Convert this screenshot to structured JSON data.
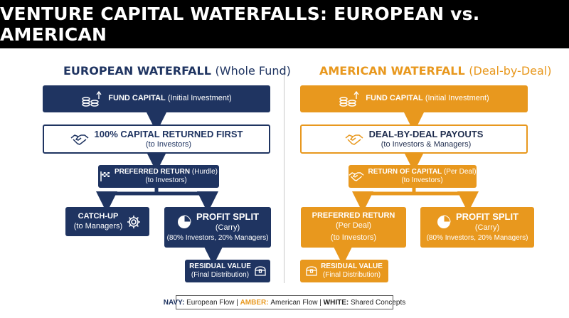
{
  "title": "VENTURE CAPITAL WATERFALLS: EUROPEAN vs. AMERICAN",
  "european": {
    "heading": "EUROPEAN WATERFALL",
    "heading_sub": "(Whole Fund)",
    "fund_capital": {
      "label": "FUND CAPITAL",
      "sub": "(Initial Investment)"
    },
    "capital_returned": {
      "label": "100% CAPITAL RETURNED FIRST",
      "sub": "(to Investors)"
    },
    "preferred_return": {
      "label": "PREFERRED RETURN",
      "sub": "(Hurdle)",
      "sub2": "(to Investors)"
    },
    "catch_up": {
      "label": "CATCH-UP",
      "sub": "(to Managers)"
    },
    "profit_split": {
      "label": "PROFIT SPLIT",
      "sub": "(Carry)",
      "sub2": "(80% Investors, 20% Managers)"
    },
    "residual_value": {
      "label": "RESIDUAL VALUE",
      "sub": "(Final Distribution)"
    }
  },
  "american": {
    "heading": "AMERICAN WATERFALL",
    "heading_sub": "(Deal-by-Deal)",
    "fund_capital": {
      "label": "FUND CAPITAL",
      "sub": "(Initial Investment)"
    },
    "deal_payouts": {
      "label": "DEAL-BY-DEAL PAYOUTS",
      "sub": "(to Investors & Managers)"
    },
    "return_of_capital": {
      "label": "RETURN OF CAPITAL",
      "sub": "(Per Deal)",
      "sub2": "(to Investors)"
    },
    "preferred_return": {
      "label": "PREFERRED RETURN",
      "sub": "(Per Deal)",
      "sub2": "(to Investors)"
    },
    "profit_split": {
      "label": "PROFIT SPLIT",
      "sub": "(Carry)",
      "sub2": "(80% Investors, 20% Managers)"
    },
    "residual_value": {
      "label": "RESIDUAL VALUE",
      "sub": "(Final Distribution)"
    }
  },
  "legend": {
    "navy_key": "NAVY:",
    "navy_text": "European Flow",
    "sep1": "|",
    "amber_key": "AMBER:",
    "amber_text": "American Flow",
    "sep2": "|",
    "white_key": "WHITE:",
    "white_text": "Shared Concepts"
  },
  "colors": {
    "navy": "#1f3461",
    "amber": "#e8981e",
    "title_bg": "#000000"
  },
  "icons": [
    "coins-stack-icon",
    "handshake-icon",
    "checkered-flag-icon",
    "gear-icon",
    "pie-chart-icon",
    "treasure-chest-icon"
  ]
}
